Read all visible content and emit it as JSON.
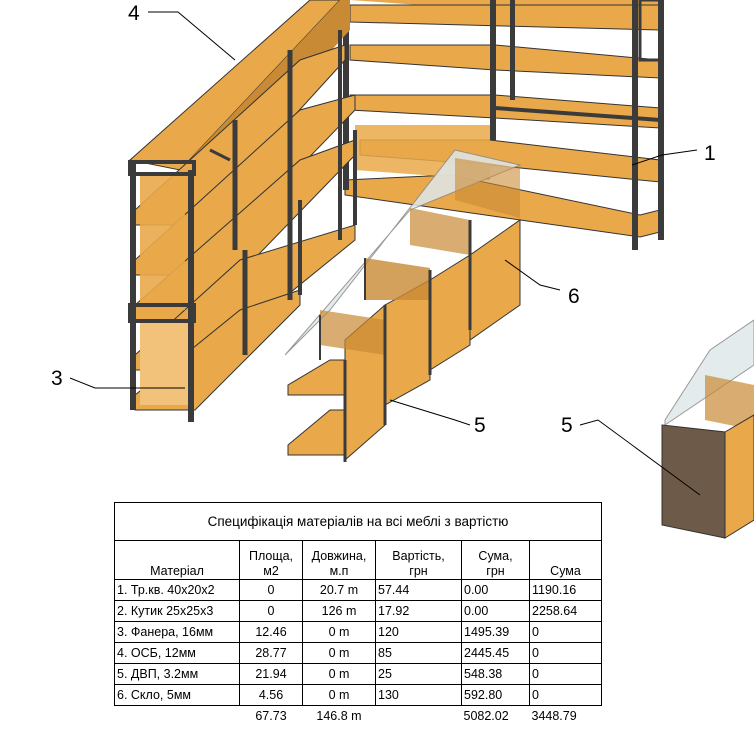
{
  "callouts": {
    "c1": "1",
    "c3": "3",
    "c4": "4",
    "c5a": "5",
    "c5b": "5",
    "c6": "6"
  },
  "colors": {
    "wood": "#e9a94a",
    "wood_dark": "#c98a35",
    "wood_light": "#f3c27a",
    "metal": "#3b3b3b",
    "glass": "#dfe8ea",
    "panel_brown": "#6e5a48"
  },
  "table": {
    "title": "Специфікація матеріалів на всі меблі з вартістю",
    "headers": {
      "material": "Матеріал",
      "area_1": "Площа,",
      "area_2": "м2",
      "length_1": "Довжина,",
      "length_2": "м.п",
      "price_1": "Вартість,",
      "price_2": "грн",
      "sum1_1": "Сума,",
      "sum1_2": "грн",
      "sum2": "Сума"
    },
    "rows": [
      {
        "material": "1. Тр.кв. 40х20х2",
        "area": "0",
        "length": "20.7 m",
        "price": "57.44",
        "sum1": "0.00",
        "sum2": "1190.16"
      },
      {
        "material": "2. Кутик 25х25х3",
        "area": "0",
        "length": "126 m",
        "price": "17.92",
        "sum1": "0.00",
        "sum2": "2258.64"
      },
      {
        "material": "3. Фанера, 16мм",
        "area": "12.46",
        "length": "0 m",
        "price": "120",
        "sum1": "1495.39",
        "sum2": "0"
      },
      {
        "material": "4. ОСБ, 12мм",
        "area": "28.77",
        "length": "0 m",
        "price": "85",
        "sum1": "2445.45",
        "sum2": "0"
      },
      {
        "material": "5. ДВП, 3.2мм",
        "area": "21.94",
        "length": "0 m",
        "price": "25",
        "sum1": "548.38",
        "sum2": "0"
      },
      {
        "material": "6. Скло, 5мм",
        "area": "4.56",
        "length": "0 m",
        "price": "130",
        "sum1": "592.80",
        "sum2": "0"
      }
    ],
    "totals": {
      "area": "67.73",
      "length": "146.8 m",
      "sum1": "5082.02",
      "sum2": "3448.79"
    }
  }
}
